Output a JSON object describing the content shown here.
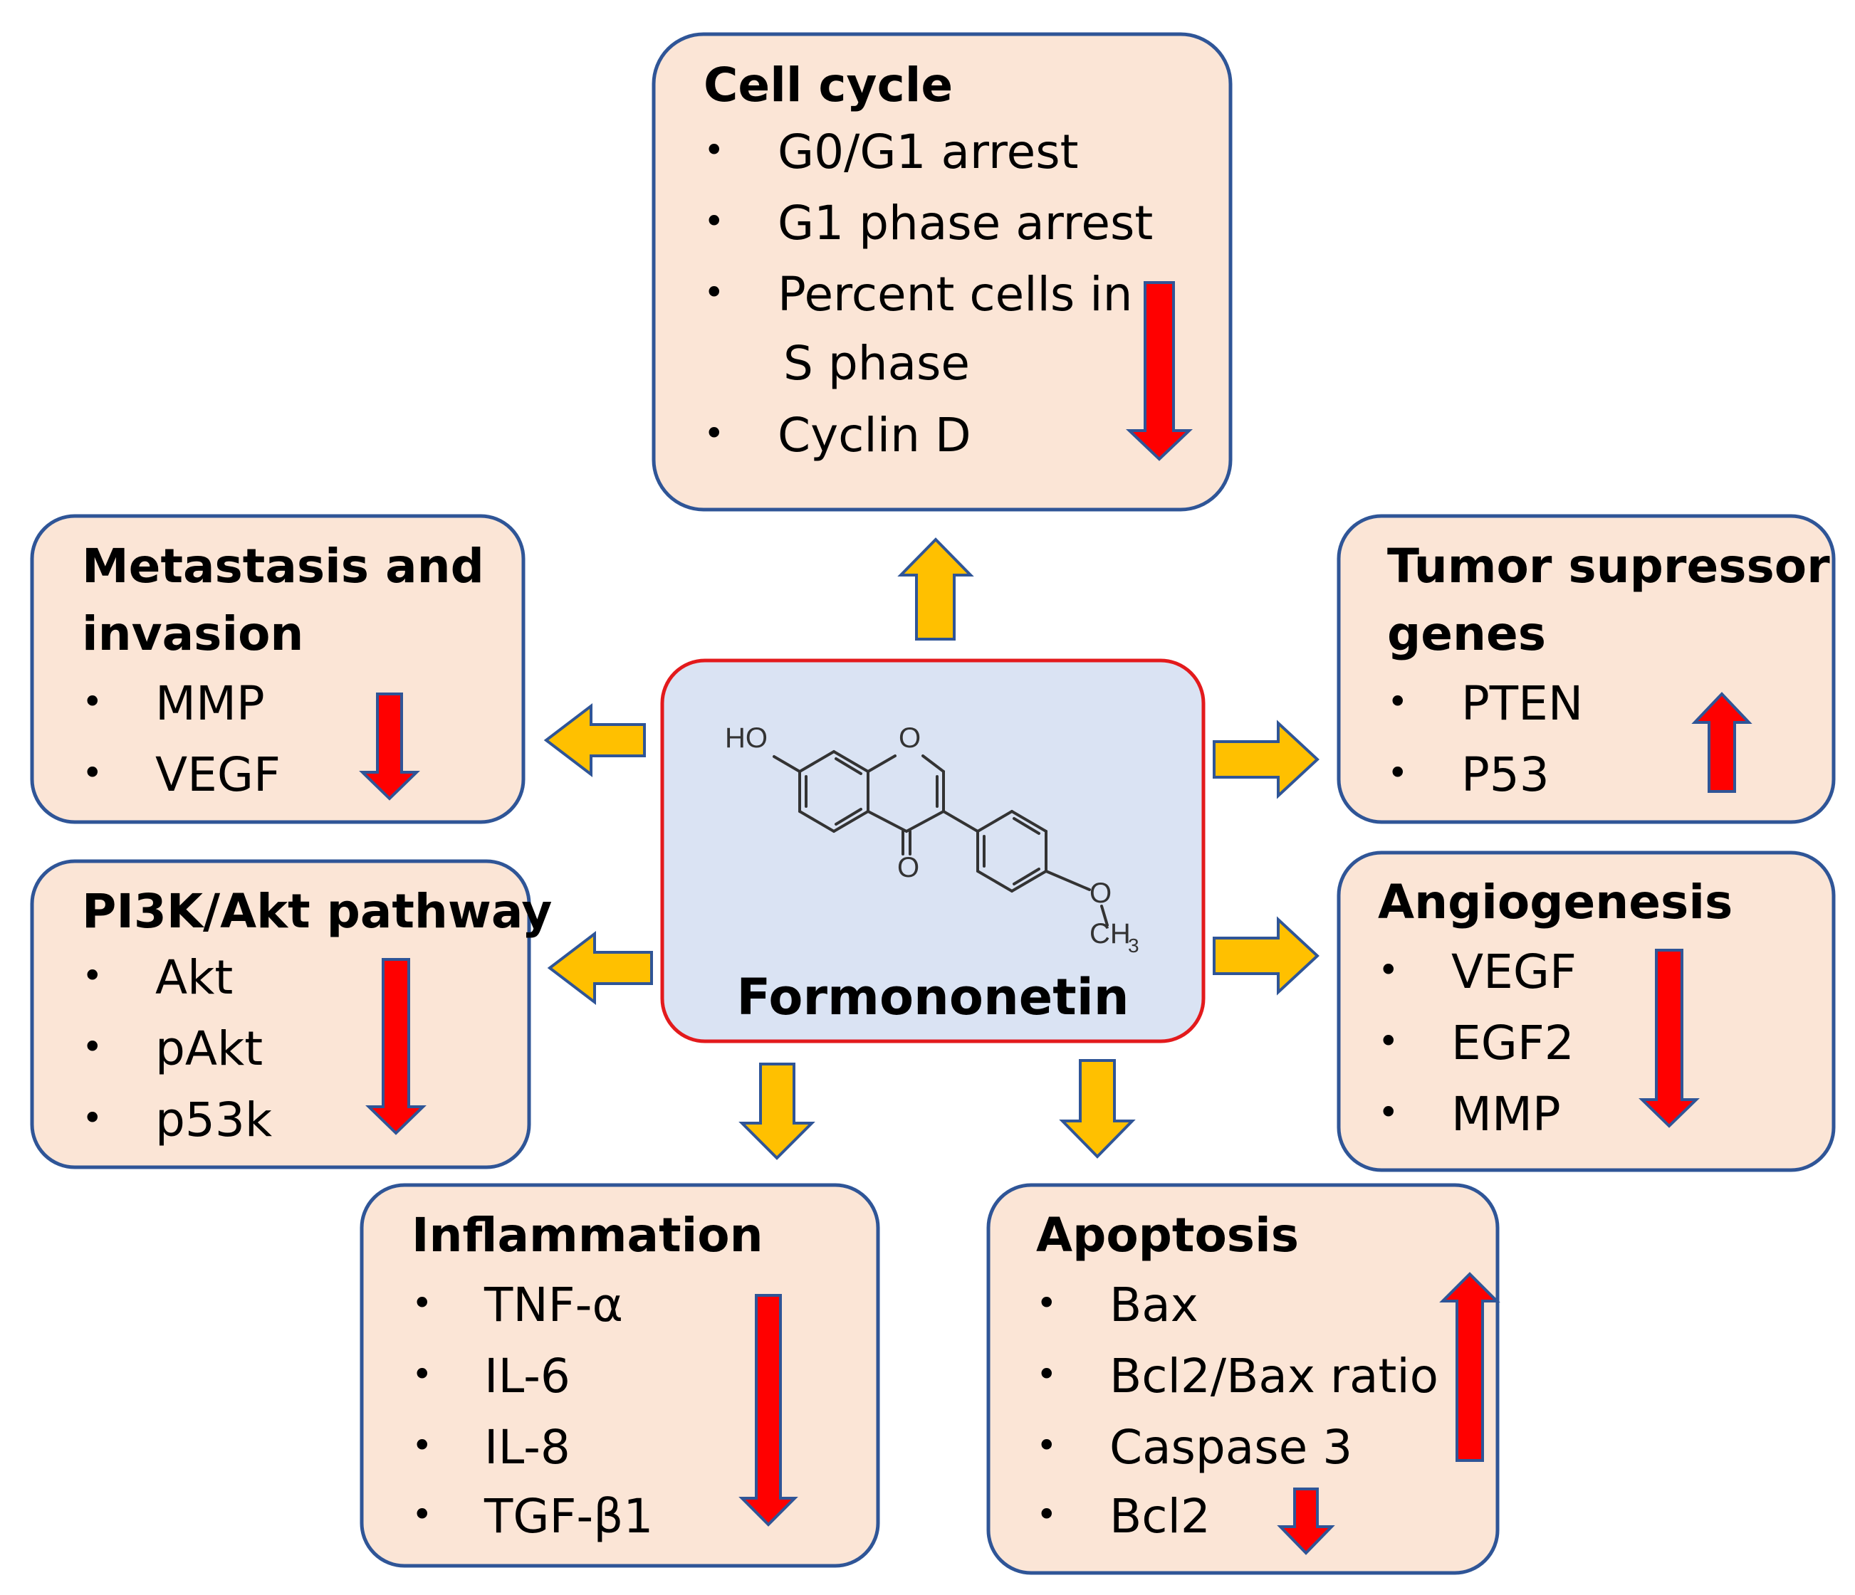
{
  "center": {
    "title": "Formononetin",
    "atoms": {
      "hydroxyl": "HO",
      "ring_oxygen": "O",
      "ketone_oxygen": "O",
      "ether_oxygen": "O",
      "methyl": "CH",
      "methyl_sub": "3"
    },
    "fill": "#dae3f3",
    "border": "#e31a1c"
  },
  "colors": {
    "box_fill": "#fbe5d6",
    "box_border": "#2f5597",
    "effect_arrow": "#ff0000",
    "effect_arrow_edge": "#2f5597",
    "link_arrow": "#ffc000",
    "link_arrow_edge": "#2f5597"
  },
  "boxes": {
    "cell_cycle": {
      "title_lines": [
        "Cell cycle"
      ],
      "items": [
        "G0/G1 arrest",
        "G1 phase arrest",
        "Percent cells in",
        "S phase",
        "Cyclin D"
      ],
      "bulleted": [
        true,
        true,
        true,
        false,
        true
      ],
      "effect": "decrease"
    },
    "metastasis": {
      "title_lines": [
        "Metastasis and",
        "invasion"
      ],
      "items": [
        "MMP",
        "VEGF"
      ],
      "effect": "decrease"
    },
    "tumor_suppressor": {
      "title_lines": [
        "Tumor supressor",
        "genes"
      ],
      "items": [
        "PTEN",
        "P53"
      ],
      "effect": "increase"
    },
    "pi3k": {
      "title_lines": [
        "PI3K/Akt pathway"
      ],
      "items": [
        "Akt",
        "pAkt",
        "p53k"
      ],
      "effect": "decrease"
    },
    "angiogenesis": {
      "title_lines": [
        "Angiogenesis"
      ],
      "items": [
        "VEGF",
        "EGF2",
        "MMP"
      ],
      "effect": "decrease"
    },
    "inflammation": {
      "title_lines": [
        "Inflammation"
      ],
      "items": [
        "TNF-α",
        "IL-6",
        "IL-8",
        "TGF-β1"
      ],
      "effect": "decrease"
    },
    "apoptosis": {
      "title_lines": [
        "Apoptosis"
      ],
      "items": [
        "Bax",
        "Bcl2/Bax ratio",
        "Caspase 3",
        "Bcl2"
      ],
      "effects": {
        "Bax, Bcl2/Bax ratio, Caspase 3": "increase",
        "Bcl2": "decrease"
      }
    }
  }
}
